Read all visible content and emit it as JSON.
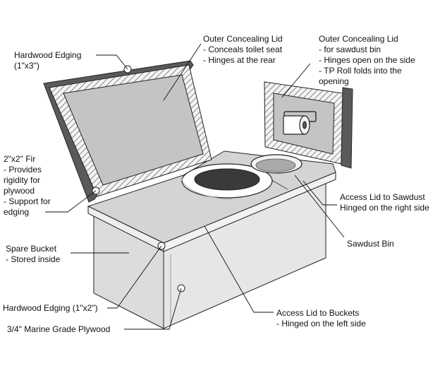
{
  "diagram": {
    "labels": {
      "hardwood_edging_1x3": [
        "Hardwood Edging",
        "(1\"x3\")"
      ],
      "outer_lid_toilet": [
        "Outer Concealing Lid",
        "- Conceals toilet seat",
        "- Hinges at the rear"
      ],
      "outer_lid_sawdust": [
        "Outer Concealing Lid",
        "-  for sawdust bin",
        "-  Hinges open on the side",
        "- TP Roll folds into the",
        "opening"
      ],
      "fir_2x2": [
        "2\"x2\" Fir",
        "- Provides",
        "rigidity  for",
        "plywood",
        "- Support for",
        "  edging"
      ],
      "access_lid_sawdust": [
        "Access Lid to Sawdust",
        "Hinged on the right side"
      ],
      "sawdust_bin": [
        "Sawdust Bin"
      ],
      "spare_bucket": [
        "Spare Bucket",
        " - Stored inside"
      ],
      "hardwood_edging_1x2": [
        "Hardwood Edging (1\"x2\")"
      ],
      "marine_plywood": [
        "3/4\" Marine Grade Plywood"
      ],
      "access_lid_buckets": [
        "Access Lid to Buckets",
        " - Hinged on the left side"
      ]
    },
    "colors": {
      "lid_fill": "#c4c4c4",
      "top_fill": "#d2d2d2",
      "front_fill": "#e4e4e4",
      "side_fill": "#d6d6d6",
      "edging_dark": "#555555",
      "outline": "#222222"
    }
  }
}
